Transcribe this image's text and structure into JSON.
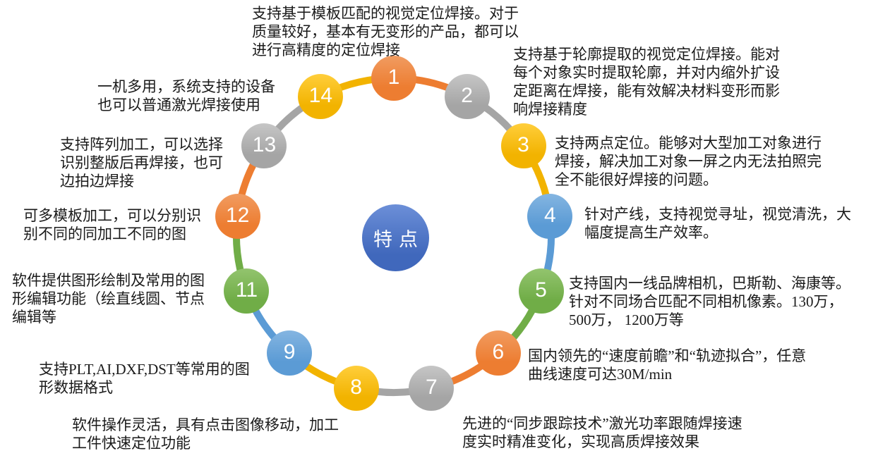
{
  "diagram": {
    "center": {
      "label": "特点",
      "color": "#4068BC",
      "color_light": "#6C8FD8"
    },
    "nodes": [
      {
        "number": "1",
        "color": "#ED7D31",
        "color_light": "#F19C61",
        "text": "支持基于模板匹配的视觉定位焊接。对于\n质量较好，基本有无变形的产品，都可以\n进行高精度的定位焊接"
      },
      {
        "number": "2",
        "color": "#A5A5A5",
        "color_light": "#C6C6C6",
        "text": "支持基于轮廓提取的视觉定位焊接。能对\n每个对象实时提取轮廓，并对内缩外扩设\n定距离在焊接，能有效解决材料变形而影\n响焊接精度"
      },
      {
        "number": "3",
        "color": "#F2B300",
        "color_light": "#FFCE3B",
        "text": "支持两点定位。能够对大型加工对象进行\n焊接，解决加工对象一屏之内无法拍照完\n全不能很好焊接的问题。"
      },
      {
        "number": "4",
        "color": "#5B9BD5",
        "color_light": "#84B5E1",
        "text": "针对产线，支持视觉寻址，视觉清洗，大\n幅度提高生产效率。"
      },
      {
        "number": "5",
        "color": "#70AD47",
        "color_light": "#93C46E",
        "text": "支持国内一线品牌相机，巴斯勒、海康等。\n针对不同场合匹配不同相机像素。130万，\n500万， 1200万等"
      },
      {
        "number": "6",
        "color": "#ED7D31",
        "color_light": "#F19C61",
        "text": "国内领先的“速度前瞻”和“轨迹拟合”，任意\n曲线速度可达30M/min"
      },
      {
        "number": "7",
        "color": "#A5A5A5",
        "color_light": "#C6C6C6",
        "text": "先进的“同步跟踪技术”激光功率跟随焊接速\n度实时精准变化，实现高质焊接效果"
      },
      {
        "number": "8",
        "color": "#F2B300",
        "color_light": "#FFCE3B",
        "text": "软件操作灵活，具有点击图像移动，加工\n工件快速定位功能"
      },
      {
        "number": "9",
        "color": "#5B9BD5",
        "color_light": "#84B5E1",
        "text": "支持PLT,AI,DXF,DST等常用的图\n形数据格式"
      },
      {
        "number": "11",
        "color": "#70AD47",
        "color_light": "#93C46E",
        "text": "软件提供图形绘制及常用的图\n形编辑功能（绘直线圆、节点\n编辑等"
      },
      {
        "number": "12",
        "color": "#ED7D31",
        "color_light": "#F19C61",
        "text": "可多模板加工，可以分别识\n别不同的同加工不同的图"
      },
      {
        "number": "13",
        "color": "#A5A5A5",
        "color_light": "#C6C6C6",
        "text": "支持阵列加工，可以选择\n识别整版后再焊接，也可\n边拍边焊接"
      },
      {
        "number": "14",
        "color": "#F2B300",
        "color_light": "#FFCE3B",
        "text": "一机多用，系统支持的设备\n也可以普通激光焊接使用"
      }
    ]
  }
}
